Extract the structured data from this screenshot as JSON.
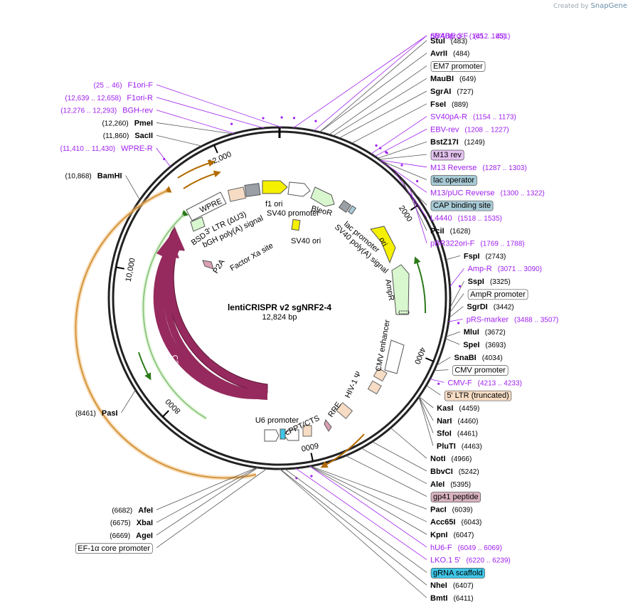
{
  "branding": {
    "prefix": "Created by",
    "name": "SnapGene"
  },
  "map": {
    "name": "lentiCRISPR v2 sgNRF2-4",
    "size_label": "12,824 bp",
    "size": 12824
  },
  "ticks": [
    {
      "label": "2000",
      "pos": 2000
    },
    {
      "label": "4000",
      "pos": 4000
    },
    {
      "label": "6000",
      "pos": 6000
    },
    {
      "label": "8000",
      "pos": 8000
    },
    {
      "label": "10,000",
      "pos": 10000
    },
    {
      "label": "12,000",
      "pos": 12000
    }
  ],
  "sites": [
    {
      "side": "r",
      "name": "StuI",
      "pos": "(483)",
      "bp": 483
    },
    {
      "side": "r",
      "name": "AvrII",
      "pos": "(484)",
      "bp": 484
    },
    {
      "side": "r",
      "box": "EM7 promoter",
      "boxcolor": "#ffffff",
      "bp": 600
    },
    {
      "side": "r",
      "name": "MauBI",
      "pos": "(649)",
      "bp": 649
    },
    {
      "side": "r",
      "name": "SgrAI",
      "pos": "(727)",
      "bp": 727
    },
    {
      "side": "r",
      "name": "FseI",
      "pos": "(889)",
      "bp": 889
    },
    {
      "side": "r",
      "primer": "SV40pA-R",
      "range": "(1154 .. 1173)",
      "bp": 1154
    },
    {
      "side": "r",
      "primer": "EBV-rev",
      "range": "(1208 .. 1227)",
      "bp": 1208
    },
    {
      "side": "r",
      "name": "BstZ17I",
      "pos": "(1249)",
      "bp": 1249
    },
    {
      "side": "r",
      "box": "M13 rev",
      "boxcolor": "#e4c2f0",
      "bp": 1270
    },
    {
      "side": "r",
      "primer": "M13 Reverse",
      "range": "(1287 .. 1303)",
      "bp": 1287
    },
    {
      "side": "r",
      "box": "lac operator",
      "boxcolor": "#a8cbd6",
      "bp": 1295
    },
    {
      "side": "r",
      "primer": "M13/pUC Reverse",
      "range": "(1300 .. 1322)",
      "bp": 1300
    },
    {
      "side": "r",
      "box": "CAP binding site",
      "boxcolor": "#a8cbd6",
      "bp": 1340
    },
    {
      "side": "r",
      "primer": "L4440",
      "range": "(1518 .. 1535)",
      "bp": 1518
    },
    {
      "side": "r",
      "name": "PciI",
      "pos": "(1628)",
      "bp": 1628
    },
    {
      "side": "r",
      "primer": "pBR322ori-F",
      "range": "(1769 .. 1788)",
      "bp": 1769
    },
    {
      "side": "r",
      "name": "FspI",
      "pos": "(2743)",
      "bp": 2743
    },
    {
      "side": "r",
      "primer": "Amp-R",
      "range": "(3071 .. 3090)",
      "bp": 3071
    },
    {
      "side": "r",
      "name": "SspI",
      "pos": "(3325)",
      "bp": 3325
    },
    {
      "side": "r",
      "box": "AmpR promoter",
      "boxcolor": "#ffffff",
      "bp": 3380
    },
    {
      "side": "r",
      "name": "SgrDI",
      "pos": "(3442)",
      "bp": 3442
    },
    {
      "side": "r",
      "primer": "pRS-marker",
      "range": "(3488 .. 3507)",
      "bp": 3488
    },
    {
      "side": "r",
      "name": "MluI",
      "pos": "(3672)",
      "bp": 3672
    },
    {
      "side": "r",
      "name": "SpeI",
      "pos": "(3693)",
      "bp": 3693
    },
    {
      "side": "r",
      "name": "SnaBI",
      "pos": "(4034)",
      "bp": 4034
    },
    {
      "side": "r",
      "box": "CMV promoter",
      "boxcolor": "#ffffff",
      "bp": 4100
    },
    {
      "side": "r",
      "primer": "CMV-F",
      "range": "(4213 .. 4233)",
      "bp": 4213
    },
    {
      "side": "r",
      "box": "5' LTR (truncated)",
      "boxcolor": "#f6dcc4",
      "bp": 4300
    },
    {
      "side": "r",
      "name": "KasI",
      "pos": "(4459)",
      "bp": 4459
    },
    {
      "side": "r",
      "name": "NarI",
      "pos": "(4460)",
      "bp": 4460
    },
    {
      "side": "r",
      "name": "SfoI",
      "pos": "(4461)",
      "bp": 4461
    },
    {
      "side": "r",
      "name": "PluTI",
      "pos": "(4463)",
      "bp": 4463
    },
    {
      "side": "r",
      "name": "NotI",
      "pos": "(4966)",
      "bp": 4966
    },
    {
      "side": "r",
      "name": "BbvCI",
      "pos": "(5242)",
      "bp": 5242
    },
    {
      "side": "r",
      "name": "AleI",
      "pos": "(5395)",
      "bp": 5395
    },
    {
      "side": "r",
      "box": "gp41 peptide",
      "boxcolor": "#d9b3c0",
      "bp": 5600
    },
    {
      "side": "r",
      "name": "PacI",
      "pos": "(6039)",
      "bp": 6039
    },
    {
      "side": "r",
      "name": "Acc65I",
      "pos": "(6043)",
      "bp": 6043
    },
    {
      "side": "r",
      "name": "KpnI",
      "pos": "(6047)",
      "bp": 6047
    },
    {
      "side": "r",
      "primer": "hU6-F",
      "range": "(6049 .. 6069)",
      "bp": 6049
    },
    {
      "side": "r",
      "primer": "LKO.1 5'",
      "range": "(6220 .. 6239)",
      "bp": 6220
    },
    {
      "side": "r",
      "box": "gRNA scaffold",
      "boxcolor": "#3ec7e8",
      "bp": 6350
    },
    {
      "side": "r",
      "name": "NheI",
      "pos": "(6407)",
      "bp": 6407
    },
    {
      "side": "r",
      "name": "BmtI",
      "pos": "(6411)",
      "bp": 6411
    },
    {
      "side": "l",
      "box": "EF-1α core promoter",
      "boxcolor": "#ffffff",
      "bp": 6560
    },
    {
      "side": "l",
      "name": "AgeI",
      "pos": "(6669)",
      "bp": 6669
    },
    {
      "side": "l",
      "name": "XbaI",
      "pos": "(6675)",
      "bp": 6675
    },
    {
      "side": "l",
      "name": "AfeI",
      "pos": "(6682)",
      "bp": 6682
    },
    {
      "side": "l",
      "name": "PasI",
      "pos": "(8461)",
      "bp": 8461
    },
    {
      "side": "l",
      "name": "BamHI",
      "pos": "(10,868)",
      "bp": 10868
    },
    {
      "side": "l",
      "primer": "WPRE-R",
      "range": "(11,410 .. 11,430)",
      "bp": 11410
    },
    {
      "side": "l",
      "name": "SacII",
      "pos": "(11,860)",
      "bp": 11860
    },
    {
      "side": "l",
      "name": "PmeI",
      "pos": "(12,260)",
      "bp": 12260
    },
    {
      "side": "l",
      "primer": "BGH-rev",
      "range": "(12,276 .. 12,293)",
      "bp": 12276
    },
    {
      "side": "l",
      "primer": "F1ori-R",
      "range": "(12,639 .. 12,658)",
      "bp": 12639
    },
    {
      "side": "l",
      "primer": "F1ori-F",
      "range": "(25 .. 46)",
      "bp": 25
    },
    {
      "side": "r",
      "primer": "pBABE 3'",
      "range": "(165 .. 185)",
      "bp": 165
    },
    {
      "side": "r",
      "primer": "SV40pro-F",
      "range": "(412 .. 431)",
      "bp": 412
    }
  ],
  "features": [
    {
      "name": "f1 ori",
      "label": "f1 ori"
    },
    {
      "name": "SV40 promoter",
      "label": "SV40 promoter"
    },
    {
      "name": "BleoR",
      "label": "BleoR"
    },
    {
      "name": "SV40 ori",
      "label": "SV40 ori"
    },
    {
      "name": "lac promoter",
      "label": "lac promoter"
    },
    {
      "name": "SV40 poly(A) signal",
      "label": "SV40 poly(A) signal"
    },
    {
      "name": "ori",
      "label": "ori"
    },
    {
      "name": "AmpR",
      "label": "AmpR"
    },
    {
      "name": "CMV enhancer",
      "label": "CMV enhancer"
    },
    {
      "name": "HIV-1 Ψ",
      "label": "HIV-1 Ψ"
    },
    {
      "name": "RRE",
      "label": "RRE"
    },
    {
      "name": "cPPT/CTS",
      "label": "cPPT/CTS"
    },
    {
      "name": "U6 promoter",
      "label": "U6 promoter"
    },
    {
      "name": "Cas9",
      "label": "Cas9"
    },
    {
      "name": "Cas9 inner",
      "label": "Cas9"
    },
    {
      "name": "P2A",
      "label": "P2A"
    },
    {
      "name": "Factor Xa site",
      "label": "Factor Xa site"
    },
    {
      "name": "BSD",
      "label": "BSD"
    },
    {
      "name": "3' LTR",
      "label": "3' LTR (ΔU3)"
    },
    {
      "name": "bGH poly(A) signal",
      "label": "bGH poly(A) signal"
    },
    {
      "name": "WPRE",
      "label": "WPRE"
    }
  ],
  "colors": {
    "backbone": "#222222",
    "primer": "#a020f0",
    "cas9": "#962a5e",
    "yellow": "#f5f000",
    "green_feature": "#d9f7cf",
    "orange_orf": "#f4c07a",
    "ltr": "#f6dcc4",
    "grey_feature": "#9aa0a6"
  }
}
